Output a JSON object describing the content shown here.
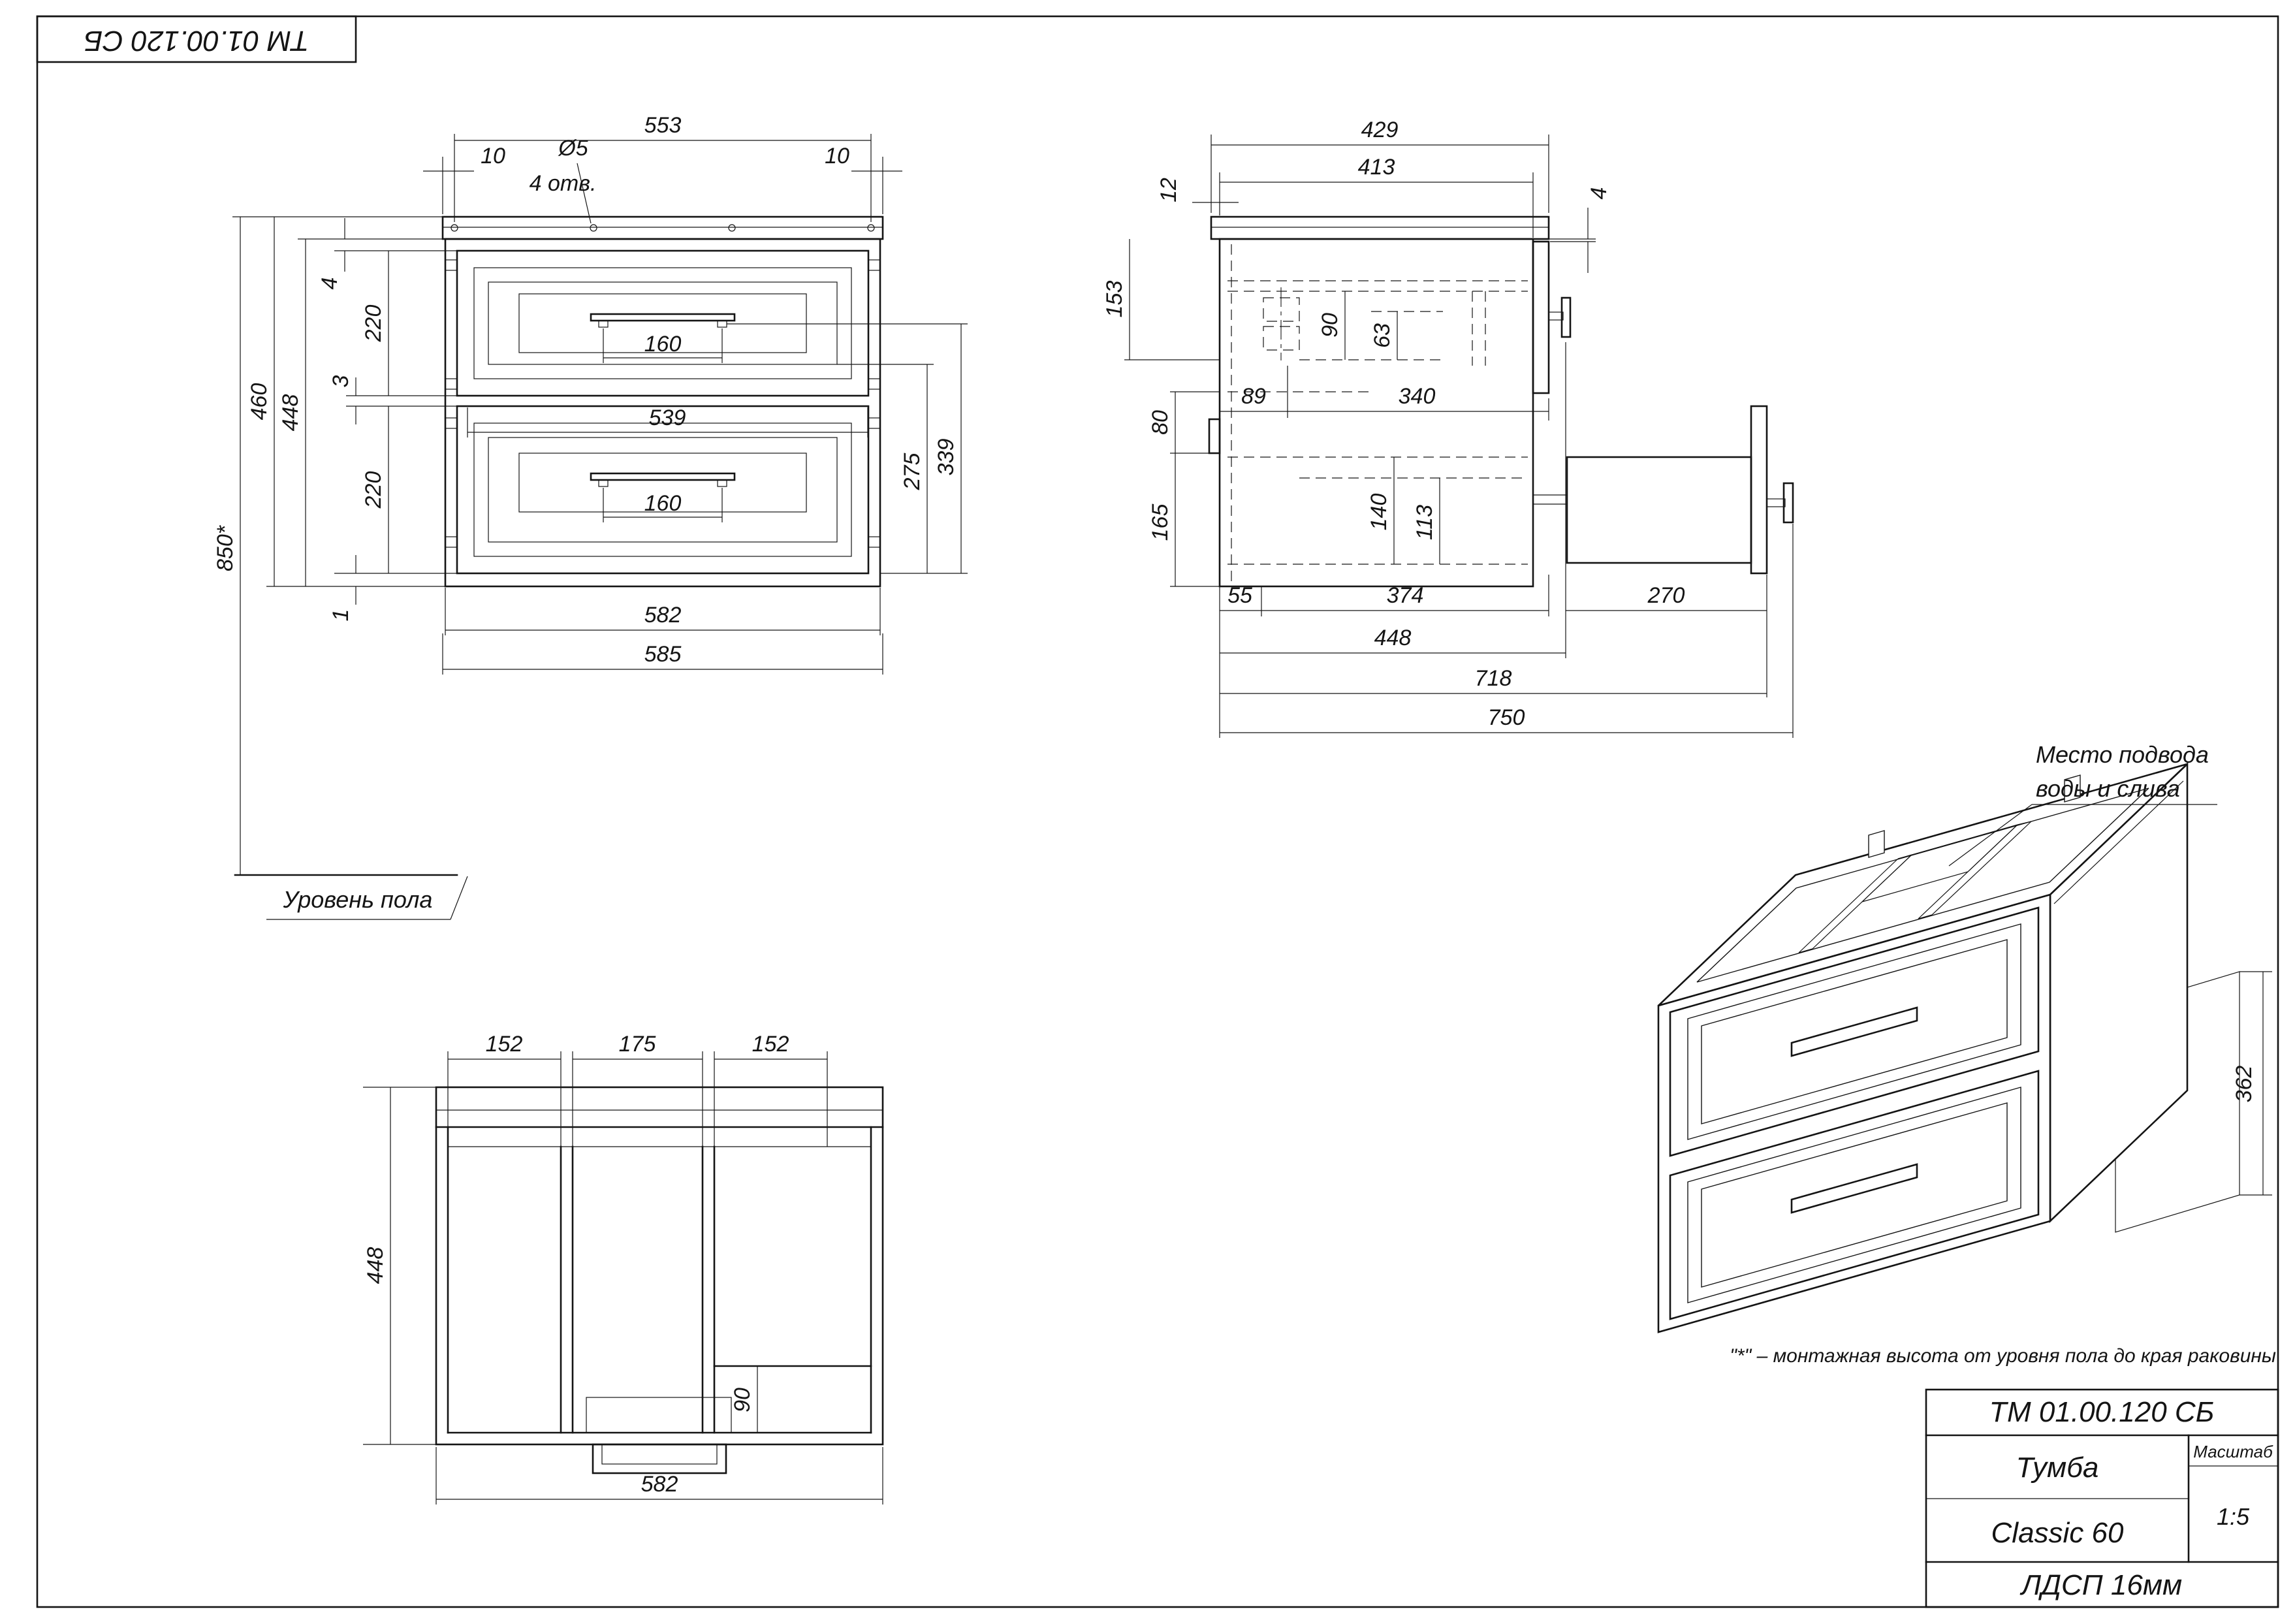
{
  "stamp": {
    "code": "ТМ 01.00.120 СБ"
  },
  "title_block": {
    "code": "ТМ 01.00.120 СБ",
    "product": "Тумба",
    "model": "Classic 60",
    "scale_label": "Масштаб",
    "scale_value": "1:5",
    "material": "ЛДСП 16мм"
  },
  "labels": {
    "floor_level": "Уровень пола",
    "footnote": "\"*\" – монтажная высота от уровня пола до края раковины"
  },
  "front_view": {
    "holes": {
      "dia": "Ø5",
      "count": "4 отв."
    },
    "dims": {
      "top_width": "553",
      "left_offset": "10",
      "right_offset": "10",
      "gap_top": "4",
      "drawer1_height": "220",
      "gap_mid": "3",
      "drawer2_height": "220",
      "gap_bottom": "1",
      "handle1_span": "160",
      "handle2_span": "160",
      "inner_width": "539",
      "body_width": "582",
      "overall_width": "585",
      "body_height": "448",
      "overall_height": "460",
      "mount_height": "850*",
      "panel_from_bottom": "275",
      "handle_from_bottom": "339"
    }
  },
  "side_view": {
    "dims": {
      "top_depth": "429",
      "body_depth": "413",
      "back_overhang": "12",
      "front_gap": "4",
      "rail_offset": "153",
      "rail_height": "90",
      "rail_inner": "63",
      "back_span": "89",
      "mid_span": "340",
      "bracket_span": "80",
      "lower_span": "165",
      "slide_height": "140",
      "slide_inner": "113",
      "bottom_back": "55",
      "bottom_mid": "374",
      "extension": "270",
      "bottom_depth": "448",
      "extended_depth": "718",
      "overall_depth": "750"
    }
  },
  "bottom_view": {
    "dims": {
      "left_section": "152",
      "mid_section": "175",
      "right_section": "152",
      "depth": "448",
      "niche": "90",
      "width": "582"
    }
  },
  "iso_view": {
    "note_line1": "Место подвода",
    "note_line2": "воды и слива",
    "dims": {
      "wall_height": "362"
    }
  }
}
